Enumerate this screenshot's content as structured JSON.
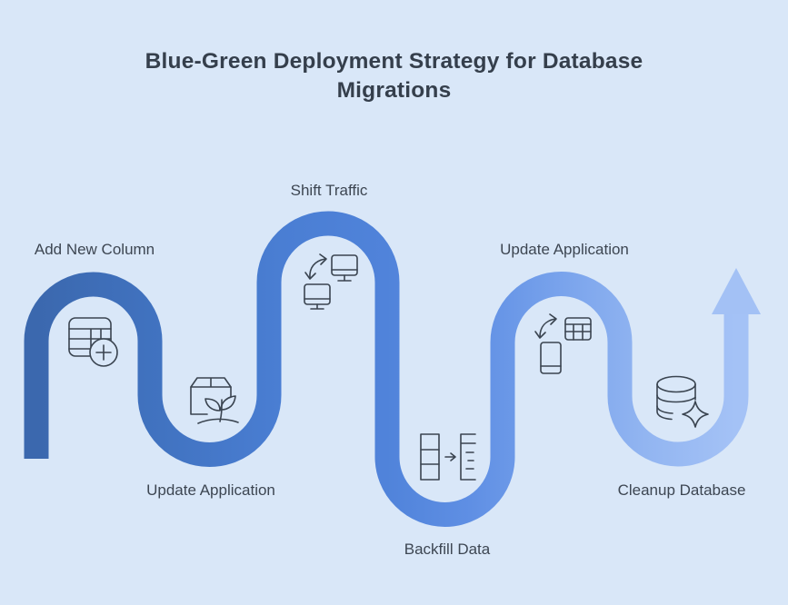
{
  "title": "Blue-Green Deployment Strategy for Database Migrations",
  "steps": [
    {
      "label": "Add New Column",
      "icon": "table-plus-icon"
    },
    {
      "label": "Update Application",
      "icon": "package-sprout-icon"
    },
    {
      "label": "Shift Traffic",
      "icon": "monitors-swap-icon"
    },
    {
      "label": "Backfill Data",
      "icon": "column-backfill-icon"
    },
    {
      "label": "Update Application",
      "icon": "phone-table-swap-icon"
    },
    {
      "label": "Cleanup Database",
      "icon": "database-sparkle-icon"
    }
  ],
  "terminal_arrow": "up-arrow-icon",
  "colors": {
    "background": "#d9e7f8",
    "title_text": "#353f4c",
    "label_text": "#3d4652",
    "icon_stroke": "#3a4450",
    "path_start": "#3b68ae",
    "path_mid": "#5083da",
    "path_end": "#a4c2f6"
  }
}
